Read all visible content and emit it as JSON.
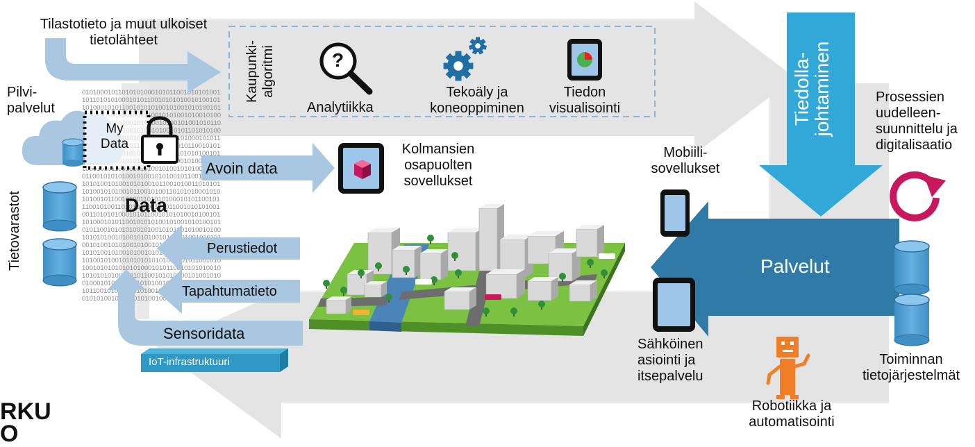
{
  "labels": {
    "external_sources": "Tilastotieto ja muut ulkoiset\ntietolähteet",
    "cloud_services": "Pilvi-\npalvelut",
    "data_stores": "Tietovarastot",
    "my_data": "My\nData",
    "data_bold": "Data",
    "open_data": "Avoin data",
    "basic_data": "Perustiedot",
    "event_data": "Tapahtumatieto",
    "sensor_data": "Sensoridata",
    "iot": "IoT-infrastruktuuri",
    "city_algorithm": "Kaupunki-\nalgoritmi",
    "analytics": "Analytiikka",
    "ai_ml": "Tekoäly ja\nkoneoppiminen",
    "visualization": "Tiedon\nvisualisointi",
    "third_party": "Kolmansien\nosapuolten\nsovellukset",
    "knowledge_mgmt": "Tiedolla-\njohtaminen",
    "process_redesign": "Prosessien\nuudelleen-\nsuunnittelu ja\ndigitalisaatio",
    "mobile_apps": "Mobiili-\nsovellukset",
    "services": "Palvelut",
    "e_services": "Sähköinen\nasiointi ja\nitsepalvelu",
    "operational_systems": "Toiminnan\ntietojärjestelmät",
    "robotics": "Robotiikka ja\nautomatisointi",
    "logo_partial": "RKU\nO",
    "analytics_question_glyph": "?"
  },
  "binary_text": "01010001011010101000101011001010101001010010101001010010100101011010101000101011001010101001010010101001011001010011010101000101011001010101001010010101001010010100101010101010100010101100101010100101001010100100110100101011010101000101011001010101001010010101001011001010011010101000101011001010101001010010101",
  "colors": {
    "big_arrow": "#e3e3e3",
    "light_blue": "#a9c7e1",
    "mid_blue": "#6fa8d6",
    "cyan": "#32a8d8",
    "dark_blue": "#2f7aa6",
    "cylinder": "#5aa6d8",
    "magenta": "#c8175d",
    "orange": "#f07e26",
    "grass": "#7cc242"
  }
}
